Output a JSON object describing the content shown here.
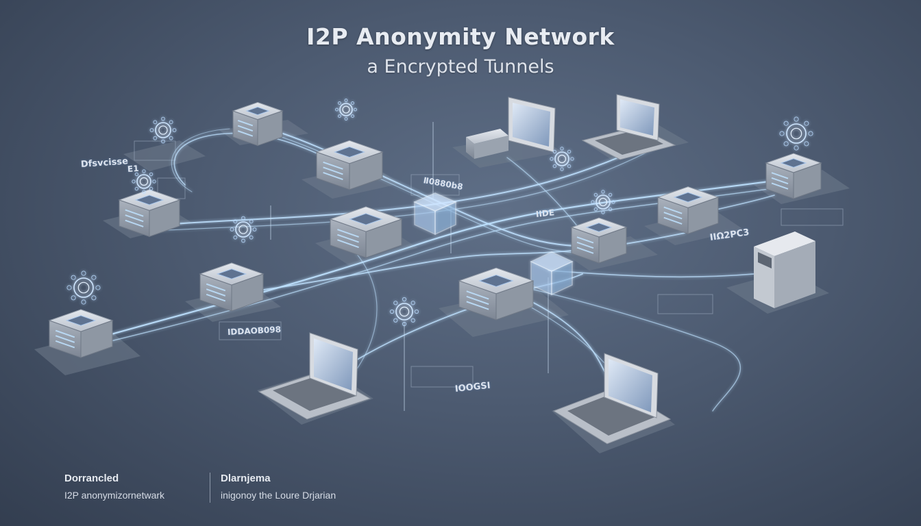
{
  "header": {
    "title": "I2P Anonymity Network",
    "subtitle": "a Encrypted Tunnels"
  },
  "scrawls": {
    "left": "Dfsvcisse",
    "left_small": "E1",
    "mid_top": "Ⅱ0880b8",
    "right_mid": "IIDE",
    "right": "IIΩ2PC3",
    "lower_left": "IDDAOB098",
    "lower_mid": "IOOGSI"
  },
  "footer": {
    "left_heading": "Dorrancled",
    "left_text": "I2P anonymizornetwark",
    "right_heading": "Dlarnjema",
    "right_text": "inigonoy the Loure Drjarian"
  },
  "colors": {
    "background": "#4c5a70",
    "tunnel": "#bfe2ff",
    "device": "#c9ced6",
    "screen": "#9fb2cc"
  },
  "icons": [
    "lock-ring-icon",
    "shield-icon",
    "router-icon",
    "server-icon",
    "laptop-icon",
    "monitor-icon",
    "encrypted-cube-icon"
  ]
}
